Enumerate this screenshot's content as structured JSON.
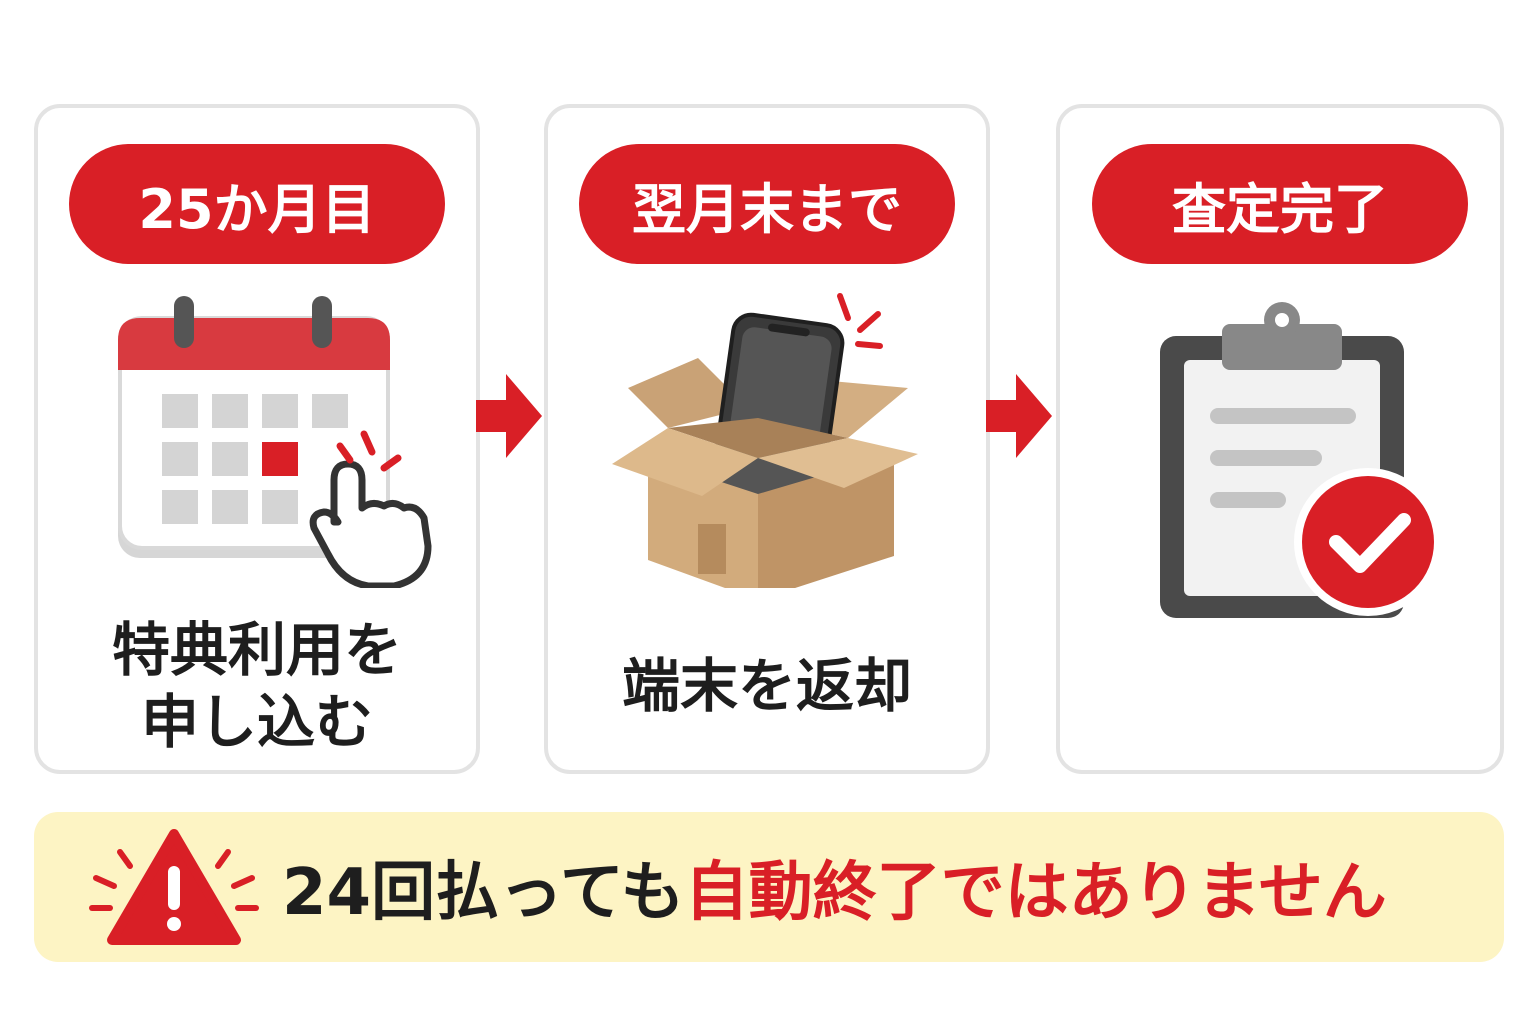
{
  "steps": [
    {
      "badge": "25か月目",
      "label_lines": [
        "特典利用を",
        "申し込む"
      ],
      "icon": "calendar-tap-icon"
    },
    {
      "badge": "翌月末まで",
      "label_lines": [
        "端末を返却"
      ],
      "icon": "box-phone-icon"
    },
    {
      "badge": "査定完了",
      "label_lines": [],
      "icon": "clipboard-check-icon"
    }
  ],
  "warning": {
    "icon": "warning-icon",
    "text_plain": "24回払っても",
    "text_emphasis": "自動終了",
    "text_tail": "ではありません"
  },
  "colors": {
    "accent": "#d91f26",
    "card_border": "#e3e3e3",
    "warning_bg": "#fdf4c4",
    "text": "#1e1e1e"
  }
}
